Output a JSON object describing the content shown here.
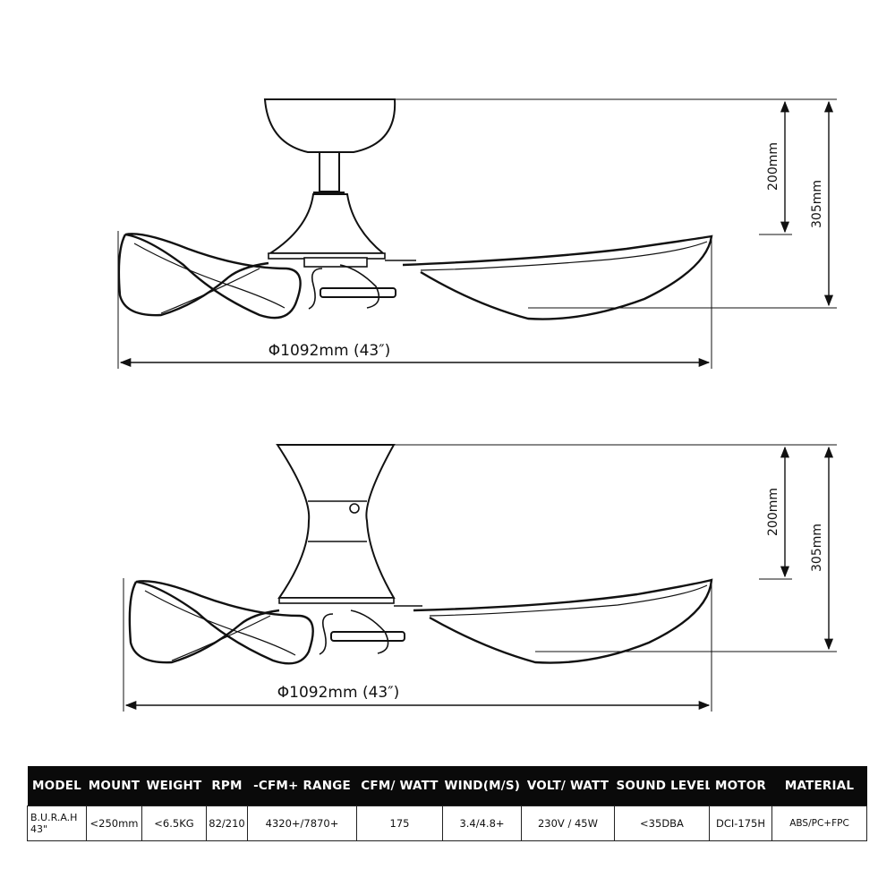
{
  "drawing_top": {
    "diameter_label": "Φ1092mm (43″)",
    "height_label_inner": "200mm",
    "height_label_outer": "305mm"
  },
  "drawing_bottom": {
    "diameter_label": "Φ1092mm (43″)",
    "height_label_inner": "200mm",
    "height_label_outer": "305mm"
  },
  "spec_table": {
    "headers": [
      "MODEL",
      "MOUNT",
      "WEIGHT",
      "RPM",
      "-CFM+ RANGE",
      "CFM/ WATT",
      "WIND(M/S)",
      "VOLT/ WATT",
      "SOUND LEVEL",
      "MOTOR",
      "MATERIAL"
    ],
    "row": {
      "model_line1": "B.U.R.A.H",
      "model_line2": "43\"",
      "mount": "<250mm",
      "weight": "<6.5KG",
      "rpm": "82/210",
      "cfm_range": "4320+/7870+",
      "cfm_watt": "175",
      "wind": "3.4/4.8+",
      "volt_watt": "230V / 45W",
      "sound_level": "<35DBA",
      "motor": "DCI-175H",
      "material": "ABS/PC+FPC"
    }
  }
}
